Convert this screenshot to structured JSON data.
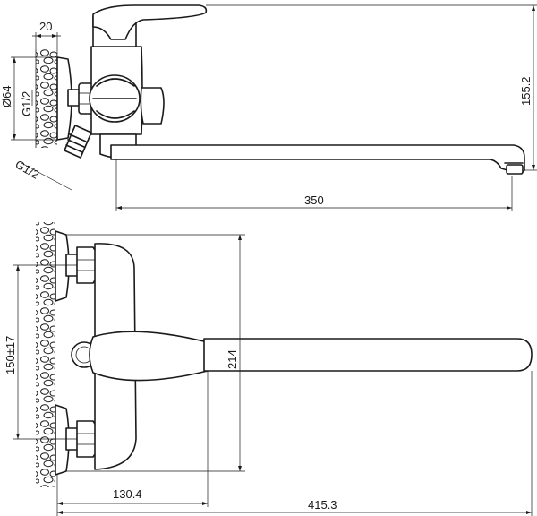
{
  "dimensions": {
    "wall_offset": "20",
    "flange_diameter": "Ø64",
    "inlet_thread_side": "G1/2",
    "inlet_thread_angled": "G1/2",
    "height": "155.2",
    "spout_reach": "350",
    "center_distance": "150±17",
    "overall_height_front": "214",
    "body_width": "130.4",
    "overall_length": "415.3"
  }
}
